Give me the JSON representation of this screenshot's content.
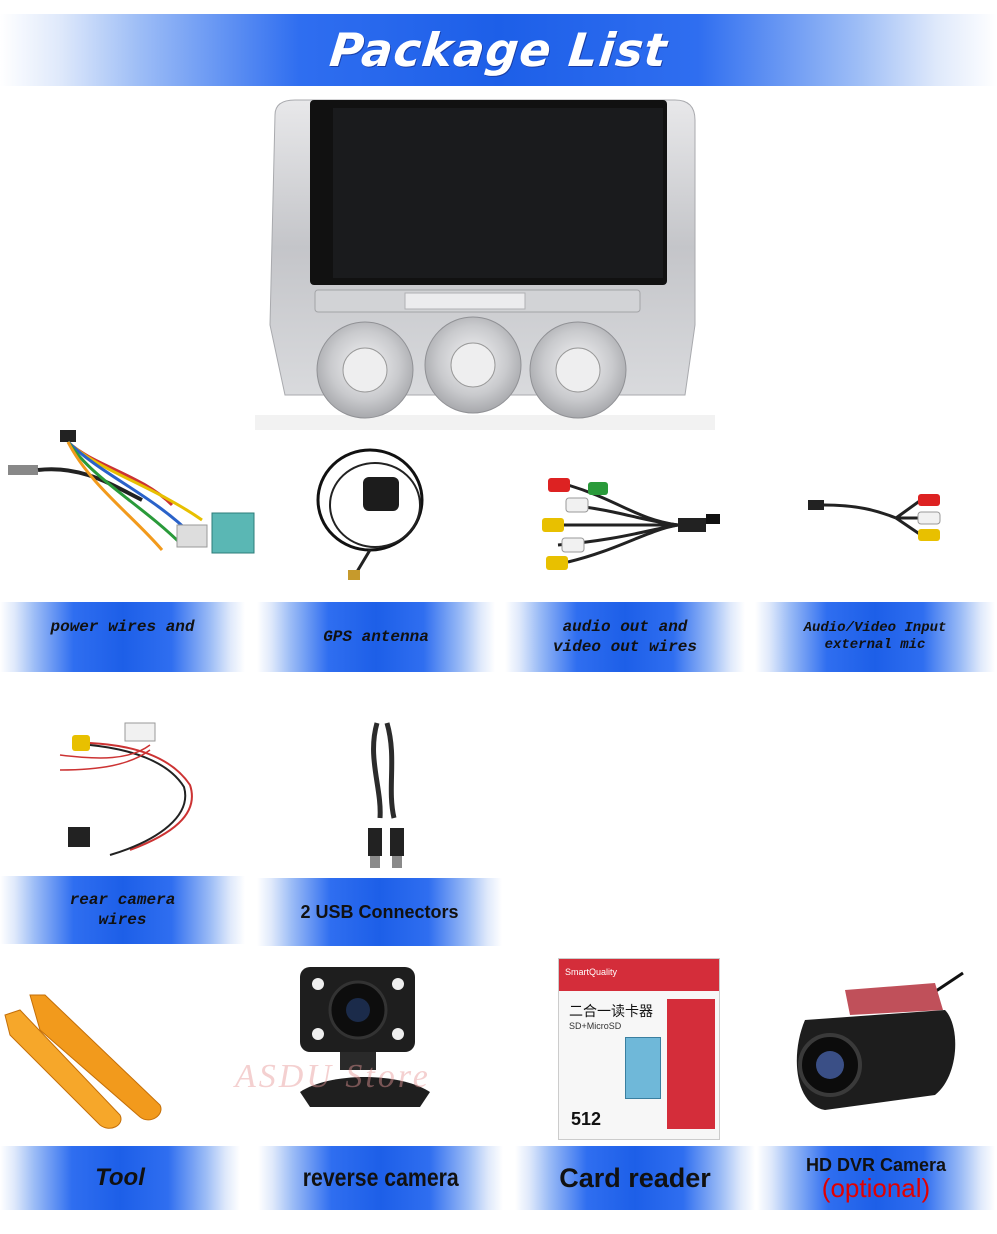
{
  "header": {
    "title": "Package List"
  },
  "items": [
    {
      "label": "power wires and"
    },
    {
      "label": "GPS antenna"
    },
    {
      "label": "audio out and\nvideo out wires"
    },
    {
      "label": "Audio/Video Input\nexternal mic"
    },
    {
      "label": "rear camera\nwires"
    },
    {
      "label": "2 USB Connectors"
    },
    {
      "label": "Tool"
    },
    {
      "label": "reverse camera"
    },
    {
      "label": "Card reader"
    },
    {
      "label": "HD DVR Camera",
      "note": "(optional)"
    }
  ],
  "watermark": "ASDU Store",
  "card_reader": {
    "brand": "SmartQuality",
    "chinese": "二合一读卡器",
    "sub": "SD+MicroSD",
    "capacity": "512"
  },
  "colors": {
    "banner_blue": "#1d5fe8",
    "optional_red": "#e10000",
    "tool_orange": "#f29a1c"
  }
}
